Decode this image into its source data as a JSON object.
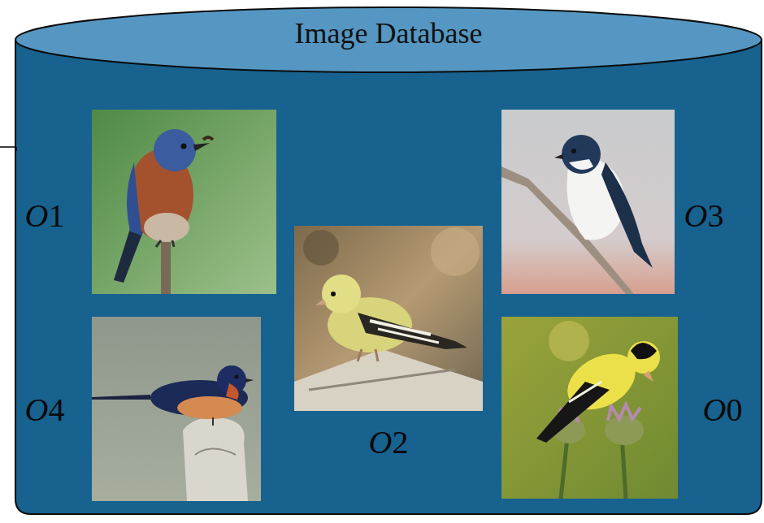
{
  "diagram": {
    "nodes": [
      {
        "text": [
          "Image Database"
        ]
      }
    ],
    "labels": [
      "O1",
      "O3",
      "O4",
      "O2",
      "O0"
    ]
  }
}
